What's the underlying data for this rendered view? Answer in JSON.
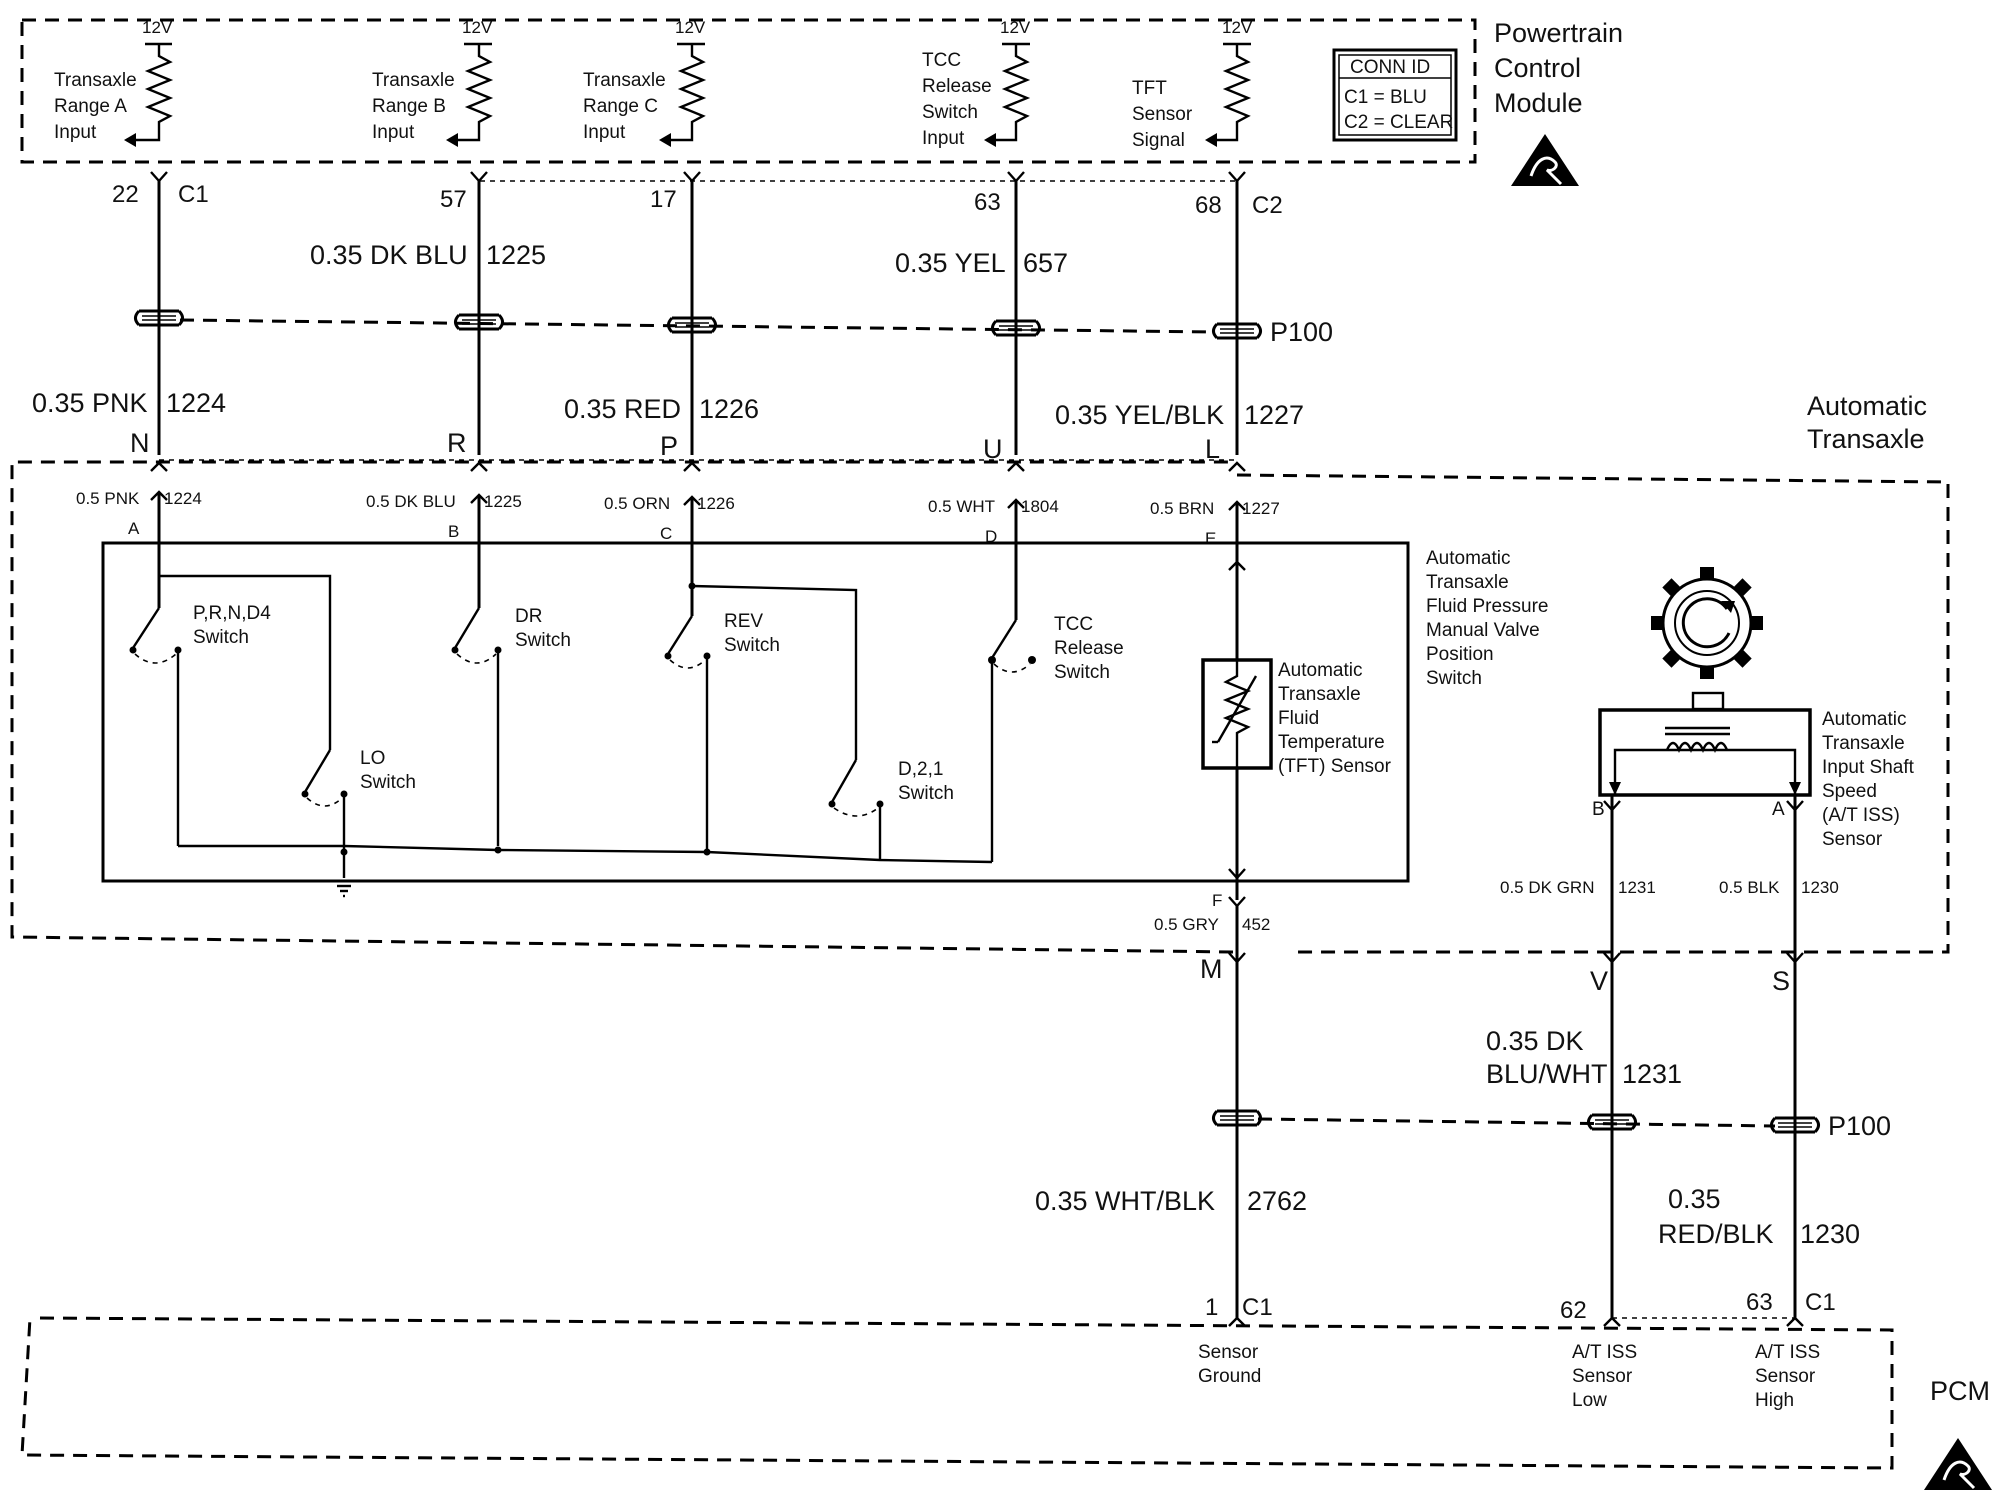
{
  "pcm_top": {
    "title_lines": [
      "Powertrain",
      "Control",
      "Module"
    ],
    "conn_id": {
      "header": "CONN ID",
      "c1": "C1 = BLU",
      "c2": "C2 = CLEAR"
    },
    "inputs": [
      {
        "supply": "12V",
        "label": [
          "Transaxle",
          "Range A",
          "Input"
        ],
        "pin": "22",
        "connector": "C1"
      },
      {
        "supply": "12V",
        "label": [
          "Transaxle",
          "Range B",
          "Input"
        ],
        "pin": "57",
        "connector": ""
      },
      {
        "supply": "12V",
        "label": [
          "Transaxle",
          "Range C",
          "Input"
        ],
        "pin": "17",
        "connector": ""
      },
      {
        "supply": "12V",
        "label": [
          "TCC",
          "Release",
          "Switch",
          "Input"
        ],
        "pin": "63",
        "connector": ""
      },
      {
        "supply": "12V",
        "label": [
          "TFT",
          "Sensor",
          "Signal"
        ],
        "pin": "68",
        "connector": "C2"
      }
    ]
  },
  "upper_wires": [
    {
      "size_color": "0.35 PNK",
      "circuit": "1224"
    },
    {
      "size_color": "0.35 DK BLU",
      "circuit": "1225"
    },
    {
      "size_color": "0.35 RED",
      "circuit": "1226"
    },
    {
      "size_color": "0.35 YEL",
      "circuit": "657"
    },
    {
      "size_color": "0.35 YEL/BLK",
      "circuit": "1227"
    }
  ],
  "p100_top": "P100",
  "p100_bottom": "P100",
  "pass_thru_pins": [
    "N",
    "R",
    "P",
    "U",
    "L"
  ],
  "transaxle_title": [
    "Automatic",
    "Transaxle"
  ],
  "inner_wires": [
    {
      "size_color": "0.5 PNK",
      "circuit": "1224",
      "pin": "A"
    },
    {
      "size_color": "0.5 DK BLU",
      "circuit": "1225",
      "pin": "B"
    },
    {
      "size_color": "0.5 ORN",
      "circuit": "1226",
      "pin": "C"
    },
    {
      "size_color": "0.5 WHT",
      "circuit": "1804",
      "pin": "D"
    },
    {
      "size_color": "0.5 BRN",
      "circuit": "1227",
      "pin": "E"
    }
  ],
  "switches": {
    "prnd4": [
      "P,R,N,D4",
      "Switch"
    ],
    "lo": [
      "LO",
      "Switch"
    ],
    "dr": [
      "DR",
      "Switch"
    ],
    "rev": [
      "REV",
      "Switch"
    ],
    "d21": [
      "D,2,1",
      "Switch"
    ],
    "tcc": [
      "TCC",
      "Release",
      "Switch"
    ]
  },
  "tft_sensor": [
    "Automatic",
    "Transaxle",
    "Fluid",
    "Temperature",
    "(TFT) Sensor"
  ],
  "manual_valve": [
    "Automatic",
    "Transaxle",
    "Fluid Pressure",
    "Manual Valve",
    "Position",
    "Switch"
  ],
  "iss_sensor": {
    "label": [
      "Automatic",
      "Transaxle",
      "Input Shaft",
      "Speed",
      "(A/T ISS)",
      "Sensor"
    ],
    "pin_b": "B",
    "pin_a": "A"
  },
  "ground_pin": {
    "pin": "F",
    "size_color": "0.5 GRY",
    "circuit": "452"
  },
  "iss_wires": [
    {
      "size_color": "0.5 DK GRN",
      "circuit": "1231"
    },
    {
      "size_color": "0.5 BLK",
      "circuit": "1230"
    }
  ],
  "lower_pins": [
    "M",
    "V",
    "S"
  ],
  "lower_wires": [
    {
      "size_color": "0.35 WHT/BLK",
      "circuit": "2762"
    },
    {
      "size_color_lines": [
        "0.35 DK",
        "BLU/WHT"
      ],
      "circuit": "1231"
    },
    {
      "size_color_lines": [
        "0.35",
        "RED/BLK"
      ],
      "circuit": "1230"
    }
  ],
  "pcm_bottom": {
    "title": "PCM",
    "pins": [
      {
        "pin": "1",
        "connector": "C1",
        "label": [
          "Sensor",
          "Ground"
        ]
      },
      {
        "pin": "62",
        "connector": "",
        "label": [
          "A/T ISS",
          "Sensor",
          "Low"
        ]
      },
      {
        "pin": "63",
        "connector": "C1",
        "label": [
          "A/T ISS",
          "Sensor",
          "High"
        ]
      }
    ]
  }
}
